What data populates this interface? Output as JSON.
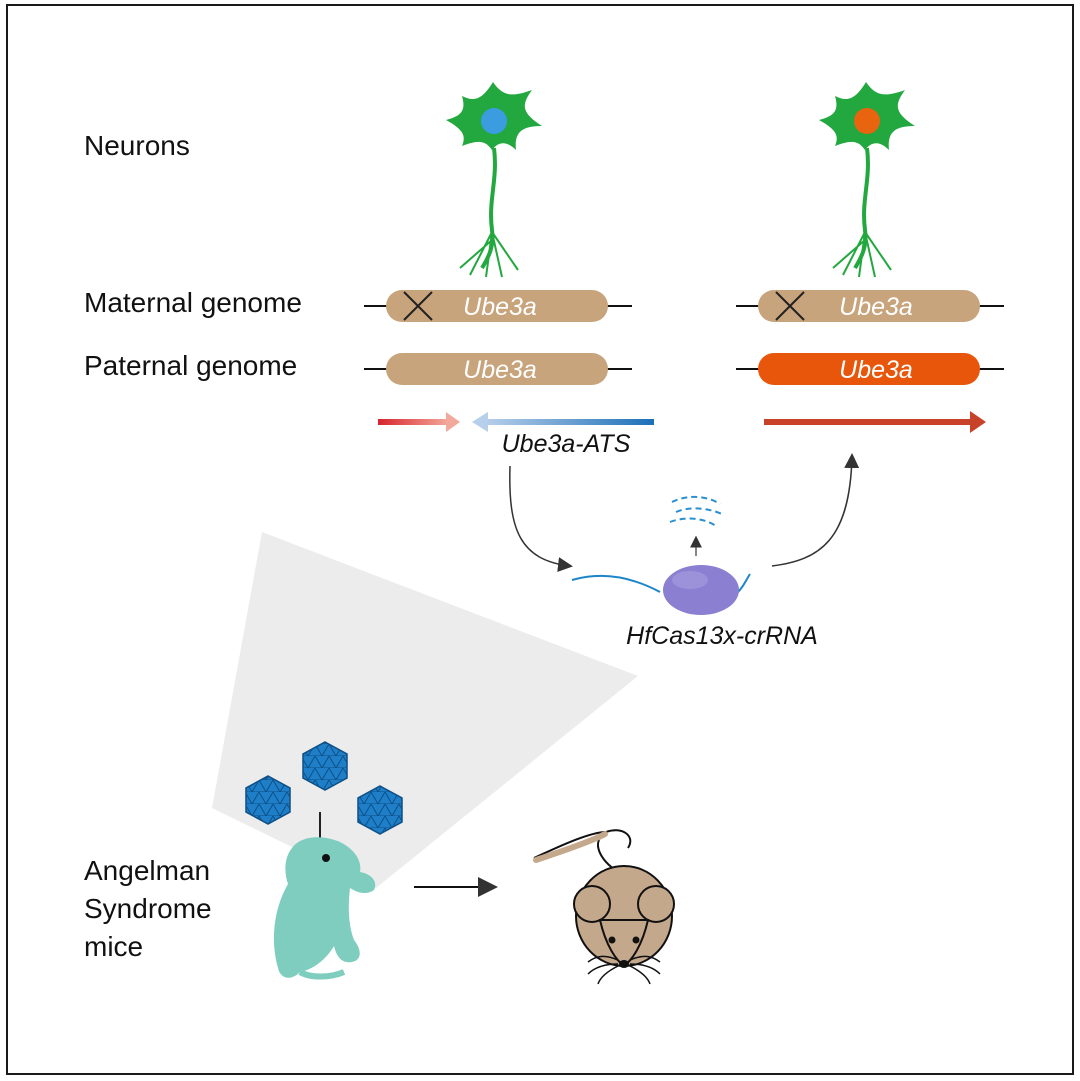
{
  "labels": {
    "neurons": "Neurons",
    "maternal": "Maternal genome",
    "paternal": "Paternal genome",
    "mice_line1": "Angelman",
    "mice_line2": "Syndrome",
    "mice_line3": "mice"
  },
  "genes": {
    "left_maternal": "Ube3a",
    "left_paternal": "Ube3a",
    "right_maternal": "Ube3a",
    "right_paternal": "Ube3a"
  },
  "transcripts": {
    "ats": "Ube3a-ATS"
  },
  "effector": {
    "name": "HfCas13x-crRNA"
  },
  "colors": {
    "gene_tan": "#c8a47c",
    "gene_active": "#e8560c",
    "neuron_green": "#1fa33c",
    "nucleus_blue": "#3b9de0",
    "nucleus_orange": "#e8640f",
    "cas13_purple": "#8a7fd0",
    "aav_blue": "#1e7fc8",
    "pup_teal": "#7ecdbf",
    "mouse_tan": "#c4a88c"
  }
}
